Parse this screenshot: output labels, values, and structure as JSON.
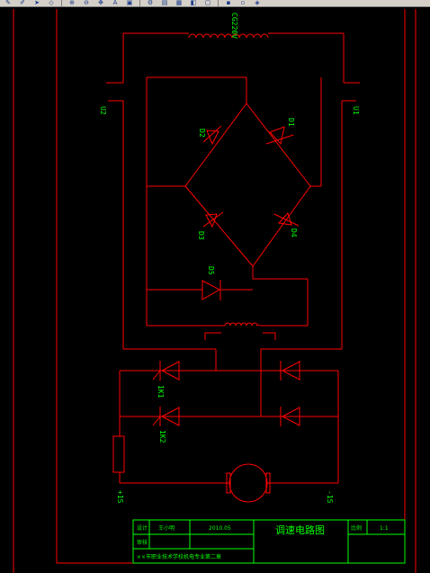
{
  "toolbar": {
    "icons": [
      "pencil-icon",
      "brush-icon",
      "arrow-icon",
      "eraser-icon",
      "zoom-in-icon",
      "zoom-out-icon",
      "pan-icon",
      "text-icon",
      "image-icon",
      "settings-icon",
      "layers-icon",
      "grid-icon",
      "color-icon",
      "select-icon",
      "save-icon",
      "print-icon",
      "layer-manager-icon"
    ]
  },
  "diagram": {
    "labels": {
      "transformer": "CG220V",
      "u1": "U1",
      "u2": "U2",
      "d1": "D1",
      "d2": "D2",
      "d3": "D3",
      "d4": "D4",
      "d5": "D5",
      "k1": "1K1",
      "k2": "1K2",
      "s_plus": "+1S",
      "s_minus": "-1S"
    },
    "colors": {
      "wire": "#ff0000",
      "label": "#00ff00",
      "background": "#000000",
      "border": "#ff0000"
    }
  },
  "title_block": {
    "design_label": "设计",
    "design_name": "王小明",
    "date": "2010.05",
    "check_label": "审核",
    "drawing_title": "调速电路图",
    "ratio_label": "比例",
    "ratio_value": "1:1",
    "school": "××市职业技术学校机电专业第二章"
  }
}
